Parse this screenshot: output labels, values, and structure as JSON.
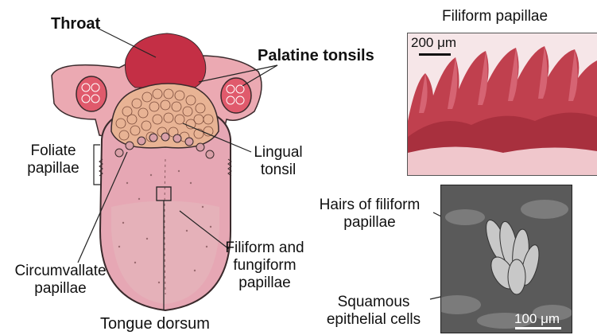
{
  "labels": {
    "throat": "Throat",
    "palatine_tonsils": "Palatine tonsils",
    "foliate_line1": "Foliate",
    "foliate_line2": "papillae",
    "lingual_line1": "Lingual",
    "lingual_line2": "tonsil",
    "circumvallate_line1": "Circumvallate",
    "circumvallate_line2": "papillae",
    "filiform_fungiform_line1": "Filiform and",
    "filiform_fungiform_line2": "fungiform",
    "filiform_fungiform_line3": "papillae",
    "tongue_dorsum": "Tongue dorsum"
  },
  "histology_panel": {
    "title": "Filiform papillae",
    "scale_bar": "200 μm"
  },
  "sem_panel": {
    "hairs_line1": "Hairs of filiform",
    "hairs_line2": "papillae",
    "squamous_line1": "Squamous",
    "squamous_line2": "epithelial cells",
    "scale_bar": "100 μm"
  },
  "colors": {
    "tongue": "#e6a7b4",
    "tongue_outline": "#3a2a2c",
    "throat": "#c42f45",
    "tonsil": "#e8b394",
    "stain_dark": "#b8303f",
    "stain_light": "#f0c7cc"
  }
}
